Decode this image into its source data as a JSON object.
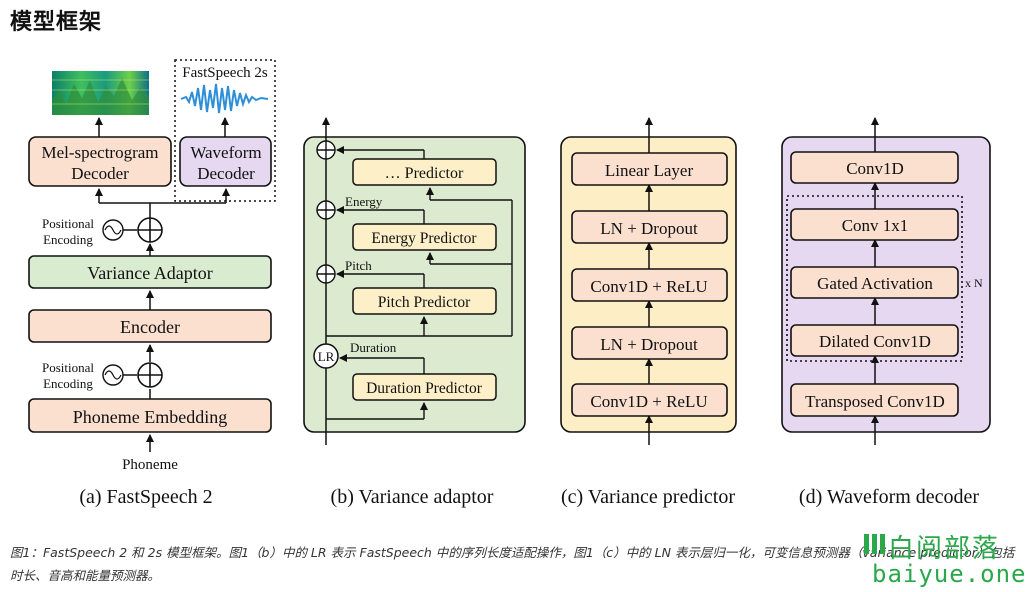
{
  "page": {
    "title": "模型框架"
  },
  "panels": {
    "a": {
      "caption": "(a) FastSpeech 2",
      "waveform_label": "FastSpeech 2s",
      "mel_decoder": [
        "Mel-spectrogram",
        "Decoder"
      ],
      "waveform_decoder": [
        "Waveform",
        "Decoder"
      ],
      "positional_encoding": [
        "Positional",
        "Encoding"
      ],
      "variance_adaptor": "Variance Adaptor",
      "encoder": "Encoder",
      "phoneme_embedding": "Phoneme Embedding",
      "input": "Phoneme"
    },
    "b": {
      "caption": "(b) Variance adaptor",
      "predictor": "… Predictor",
      "energy_tag": "Energy",
      "energy_predictor": "Energy Predictor",
      "pitch_tag": "Pitch",
      "pitch_predictor": "Pitch Predictor",
      "lr": "LR",
      "duration_tag": "Duration",
      "duration_predictor": "Duration Predictor"
    },
    "c": {
      "caption": "(c) Variance predictor",
      "layers": [
        "Linear Layer",
        "LN + Dropout",
        "Conv1D + ReLU",
        "LN + Dropout",
        "Conv1D + ReLU"
      ]
    },
    "d": {
      "caption": "(d) Waveform decoder",
      "layers": [
        "Conv1D",
        "Conv 1x1",
        "Gated Activation",
        "Dilated Conv1D",
        "Transposed Conv1D"
      ],
      "repeat": "x N"
    }
  },
  "caption": "图1：FastSpeech 2 和 2s 模型框架。图1（b）中的 LR 表示 FastSpeech 中的序列长度适配操作，图1（c）中的 LN 表示层归一化，可变信息预测器（variance predictor）包括时长、音高和能量预测器。",
  "watermark": {
    "cn": "白阅部落",
    "en": "baiyue.one"
  },
  "colors": {
    "orange_box": "#fbe0d0",
    "green_box": "#d9ecd0",
    "yellow_box": "#fdf0c8",
    "purple_panel": "#e6d8f0",
    "variance_panel": "#dcebd0",
    "predictor_panel": "#fdeec6",
    "accent_green": "#2aa84a"
  }
}
